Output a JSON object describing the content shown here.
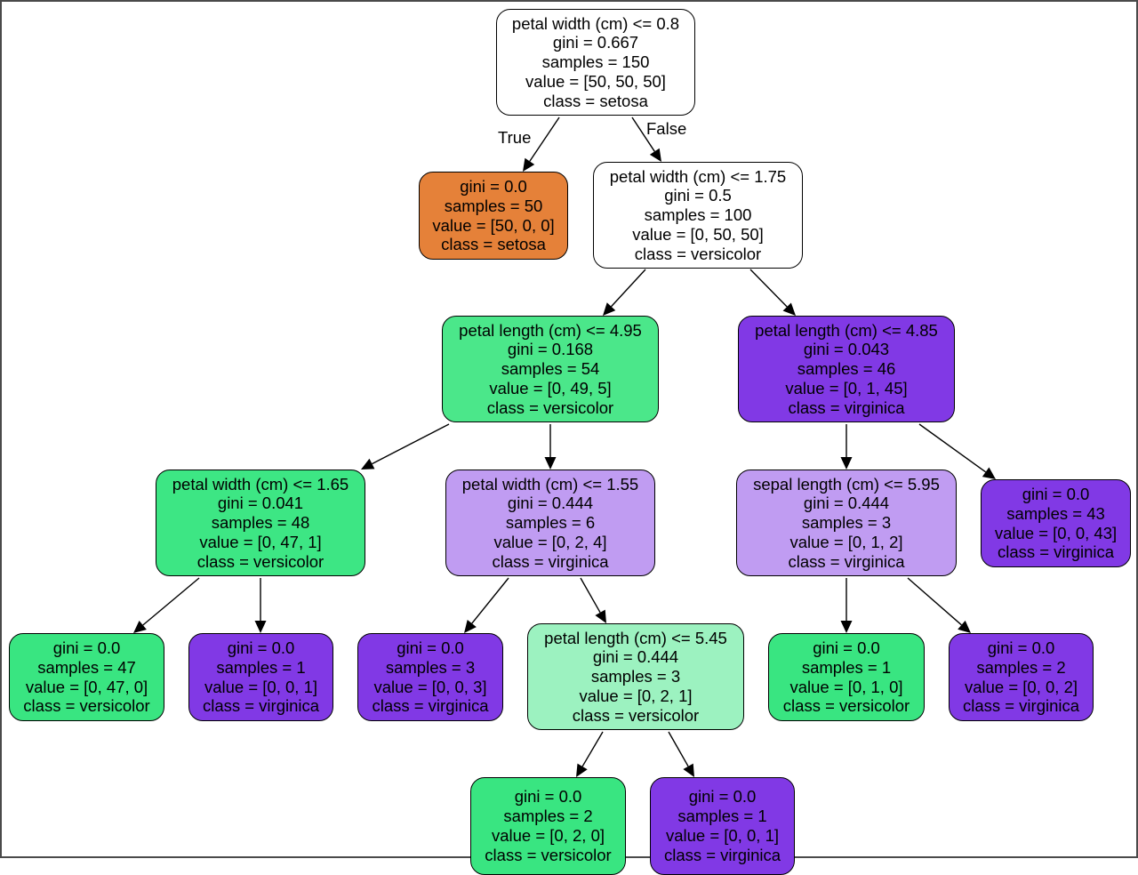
{
  "tree": {
    "colors": {
      "white": "#ffffff",
      "setosa": "#e58139",
      "versicolor_strong": "#39e581",
      "versicolor_mid": "#4be78a",
      "versicolor_light": "#9cf2c0",
      "virginica_strong": "#8139e5",
      "virginica_light": "#c09cf2"
    },
    "branch_labels": {
      "true": "True",
      "false": "False"
    },
    "nodes": [
      {
        "id": 0,
        "fill": "#ffffff",
        "lines": [
          "petal width (cm) <= 0.8",
          "gini = 0.667",
          "samples = 150",
          "value = [50, 50, 50]",
          "class = setosa"
        ]
      },
      {
        "id": 1,
        "fill": "#e58139",
        "lines": [
          "gini = 0.0",
          "samples = 50",
          "value = [50, 0, 0]",
          "class = setosa"
        ]
      },
      {
        "id": 2,
        "fill": "#ffffff",
        "lines": [
          "petal width (cm) <= 1.75",
          "gini = 0.5",
          "samples = 100",
          "value = [0, 50, 50]",
          "class = versicolor"
        ]
      },
      {
        "id": 3,
        "fill": "#4be78a",
        "lines": [
          "petal length (cm) <= 4.95",
          "gini = 0.168",
          "samples = 54",
          "value = [0, 49, 5]",
          "class = versicolor"
        ]
      },
      {
        "id": 4,
        "fill": "#8139e5",
        "lines": [
          "petal length (cm) <= 4.85",
          "gini = 0.043",
          "samples = 46",
          "value = [0, 1, 45]",
          "class = virginica"
        ]
      },
      {
        "id": 5,
        "fill": "#3de684",
        "lines": [
          "petal width (cm) <= 1.65",
          "gini = 0.041",
          "samples = 48",
          "value = [0, 47, 1]",
          "class = versicolor"
        ]
      },
      {
        "id": 6,
        "fill": "#c09cf2",
        "lines": [
          "petal width (cm) <= 1.55",
          "gini = 0.444",
          "samples = 6",
          "value = [0, 2, 4]",
          "class = virginica"
        ]
      },
      {
        "id": 7,
        "fill": "#c09cf2",
        "lines": [
          "sepal length (cm) <= 5.95",
          "gini = 0.444",
          "samples = 3",
          "value = [0, 1, 2]",
          "class = virginica"
        ]
      },
      {
        "id": 8,
        "fill": "#8139e5",
        "lines": [
          "gini = 0.0",
          "samples = 43",
          "value = [0, 0, 43]",
          "class = virginica"
        ]
      },
      {
        "id": 9,
        "fill": "#39e581",
        "lines": [
          "gini = 0.0",
          "samples = 47",
          "value = [0, 47, 0]",
          "class = versicolor"
        ]
      },
      {
        "id": 10,
        "fill": "#8139e5",
        "lines": [
          "gini = 0.0",
          "samples = 1",
          "value = [0, 0, 1]",
          "class = virginica"
        ]
      },
      {
        "id": 11,
        "fill": "#8139e5",
        "lines": [
          "gini = 0.0",
          "samples = 3",
          "value = [0, 0, 3]",
          "class = virginica"
        ]
      },
      {
        "id": 12,
        "fill": "#9cf2c0",
        "lines": [
          "petal length (cm) <= 5.45",
          "gini = 0.444",
          "samples = 3",
          "value = [0, 2, 1]",
          "class = versicolor"
        ]
      },
      {
        "id": 13,
        "fill": "#39e581",
        "lines": [
          "gini = 0.0",
          "samples = 1",
          "value = [0, 1, 0]",
          "class = versicolor"
        ]
      },
      {
        "id": 14,
        "fill": "#8139e5",
        "lines": [
          "gini = 0.0",
          "samples = 2",
          "value = [0, 0, 2]",
          "class = virginica"
        ]
      },
      {
        "id": 15,
        "fill": "#39e581",
        "lines": [
          "gini = 0.0",
          "samples = 2",
          "value = [0, 2, 0]",
          "class = versicolor"
        ]
      },
      {
        "id": 16,
        "fill": "#8139e5",
        "lines": [
          "gini = 0.0",
          "samples = 1",
          "value = [0, 0, 1]",
          "class = virginica"
        ]
      }
    ],
    "edges": [
      [
        0,
        1
      ],
      [
        0,
        2
      ],
      [
        2,
        3
      ],
      [
        2,
        4
      ],
      [
        3,
        5
      ],
      [
        3,
        6
      ],
      [
        4,
        7
      ],
      [
        4,
        8
      ],
      [
        5,
        9
      ],
      [
        5,
        10
      ],
      [
        6,
        11
      ],
      [
        6,
        12
      ],
      [
        7,
        13
      ],
      [
        7,
        14
      ],
      [
        12,
        15
      ],
      [
        12,
        16
      ]
    ]
  }
}
